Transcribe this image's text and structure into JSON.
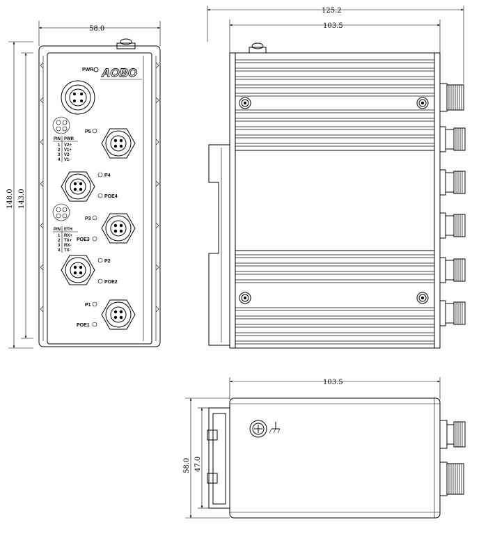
{
  "dimensions": {
    "front_width": "58.0",
    "front_outer_height": "148.0",
    "front_inner_height": "143.0",
    "side_total_length": "125.2",
    "side_body_length": "103.5",
    "bottom_length": "103.5",
    "bottom_outer_width": "58.0",
    "bottom_inner_width": "47.0"
  },
  "front_panel": {
    "brand": "AOBO",
    "pwr_led": "PWR",
    "pwr_table": {
      "header_pin": "PIN",
      "header_name": "PWR",
      "rows": [
        [
          "1",
          "V2+"
        ],
        [
          "2",
          "V1+"
        ],
        [
          "3",
          "V2-"
        ],
        [
          "4",
          "V1-"
        ]
      ]
    },
    "eth_table": {
      "header_pin": "PIN",
      "header_name": "ETH",
      "rows": [
        [
          "1",
          "RX+"
        ],
        [
          "2",
          "TX+"
        ],
        [
          "3",
          "RX-"
        ],
        [
          "4",
          "TX-"
        ]
      ]
    },
    "port_labels": {
      "p5": "P5",
      "p4": "P4",
      "poe4": "POE4",
      "p3": "P3",
      "poe3": "POE3",
      "p2": "P2",
      "poe2": "POE2",
      "p1": "P1",
      "poe1": "POE1"
    }
  },
  "colors": {
    "line": "#000000",
    "background": "#ffffff"
  }
}
